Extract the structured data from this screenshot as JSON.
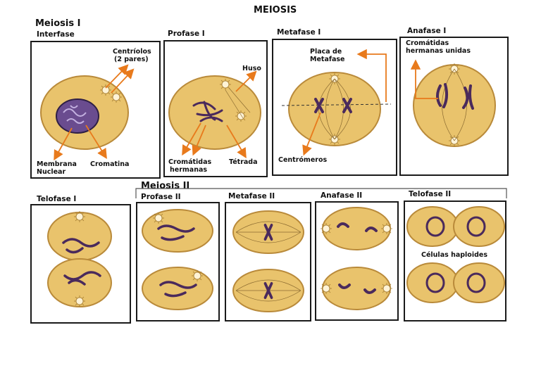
{
  "title": "MEIOSIS",
  "sections": {
    "meiosis1": "Meiosis I",
    "meiosis2": "Meiosis II"
  },
  "stages": {
    "interfase": "Interfase",
    "profase1": "Profase I",
    "metafase1": "Metafase I",
    "anafase1": "Anafase I",
    "telofase1": "Telofase  I",
    "profase2": "Profase II",
    "metafase2": "Metafase II",
    "anafase2": "Anafase II",
    "telofase2": "Telofase II"
  },
  "labels": {
    "centriolos_1": "Centríolos",
    "centriolos_2": "(2 pares)",
    "membrana_1": "Membrana",
    "membrana_2": "Nuclear",
    "cromatina": "Cromatina",
    "huso": "Huso",
    "cromatidas_1": "Cromátidas",
    "cromatidas_2": "hermanas",
    "tetrada": "Tétrada",
    "placa_1": "Placa de",
    "placa_2": "Metafase",
    "centromeros": "Centrómeros",
    "crom_unidas_1": "Cromátidas",
    "crom_unidas_2": "hermanas unidas",
    "haploides": "Células haploides"
  },
  "colors": {
    "cell_fill": "#e9c36c",
    "cell_edge": "#b98a3a",
    "chromosome": "#4a2a5c",
    "arrow": "#e87a1c",
    "border": "#1a1a1a"
  }
}
